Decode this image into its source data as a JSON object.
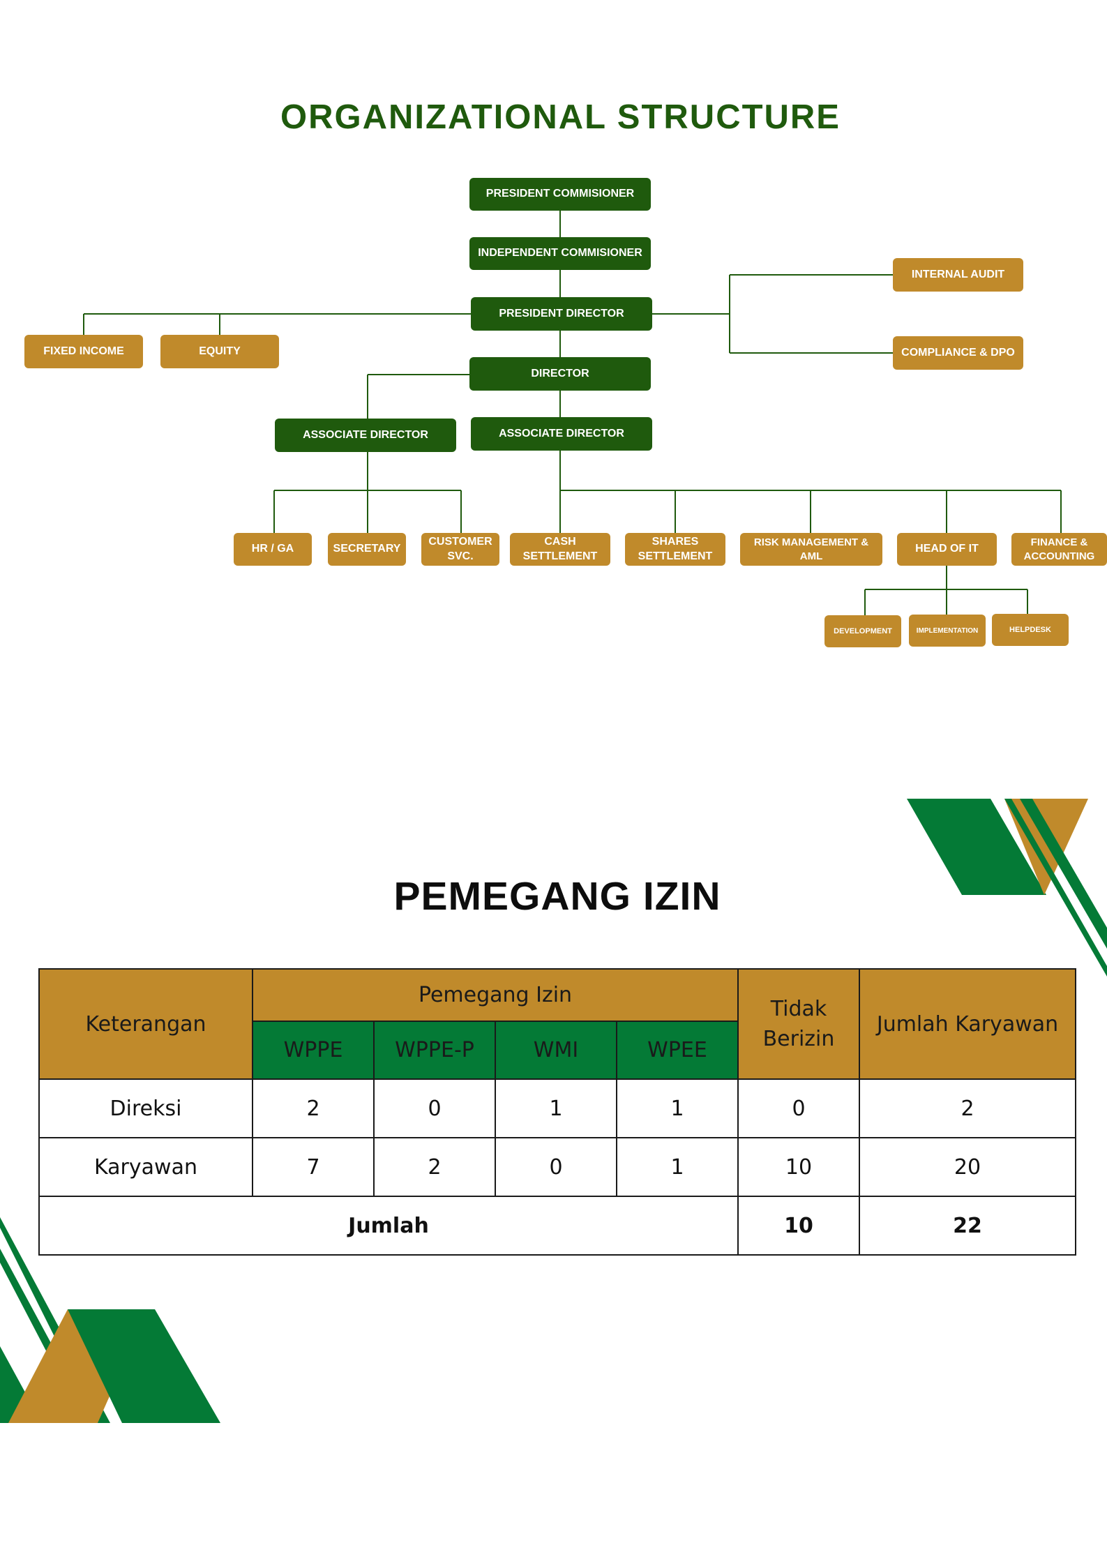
{
  "org": {
    "title": "ORGANIZATIONAL STRUCTURE",
    "president_commisioner": "PRESIDENT COMMISIONER",
    "independent_commisioner": "INDEPENDENT COMMISIONER",
    "president_director": "PRESIDENT DIRECTOR",
    "director": "DIRECTOR",
    "associate_director_left": "ASSOCIATE DIRECTOR",
    "associate_director_center": "ASSOCIATE DIRECTOR",
    "fixed_income": "FIXED INCOME",
    "equity": "EQUITY",
    "internal_audit": "INTERNAL AUDIT",
    "compliance_dpo": "COMPLIANCE & DPO",
    "hr_ga": "HR / GA",
    "secretary": "SECRETARY",
    "customer_svc": "CUSTOMER SVC.",
    "cash_settlement": "CASH SETTLEMENT",
    "shares_settlement": "SHARES SETTLEMENT",
    "risk_management": "RISK MANAGEMENT & AML",
    "head_of_it": "HEAD OF IT",
    "finance_accounting": "FINANCE & ACCOUNTING",
    "development": "DEVELOPMENT",
    "implementation": "IMPLEMENTATION",
    "helpdesk": "HELPDESK",
    "colors": {
      "dark_green": "#1f5a0d",
      "gold": "#c08a2b"
    }
  },
  "izin": {
    "title": "PEMEGANG IZIN",
    "headers": {
      "keterangan": "Keterangan",
      "pemegang_izin": "Pemegang Izin",
      "tidak_berizin": "Tidak Berizin",
      "jumlah_karyawan": "Jumlah Karyawan",
      "sub": [
        "WPPE",
        "WPPE-P",
        "WMI",
        "WPEE"
      ]
    },
    "rows": [
      {
        "label": "Direksi",
        "values": [
          "2",
          "0",
          "1",
          "1",
          "0",
          "2"
        ]
      },
      {
        "label": "Karyawan",
        "values": [
          "7",
          "2",
          "0",
          "1",
          "10",
          "20"
        ]
      }
    ],
    "total": {
      "label": "Jumlah",
      "tidak_berizin": "10",
      "jumlah_karyawan": "22"
    },
    "colors": {
      "header_gold": "#c08a2b",
      "header_green": "#047a36"
    }
  },
  "decoration": {
    "green": "#047a36",
    "gold": "#c08a2b"
  }
}
